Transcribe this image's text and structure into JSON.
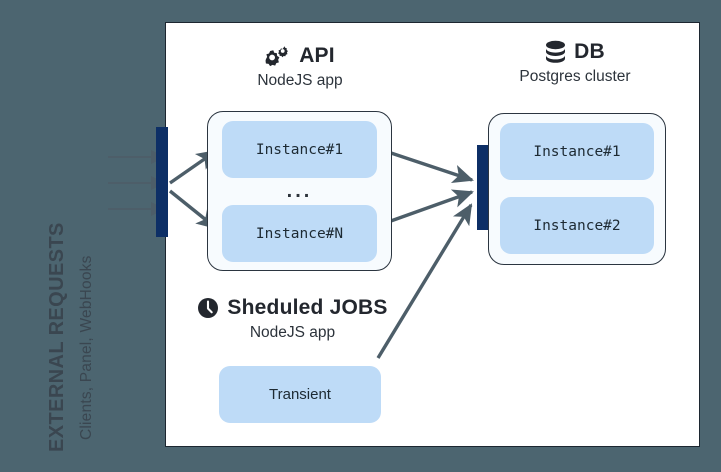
{
  "colors": {
    "background": "#4c6570",
    "panel": "#ffffff",
    "navy_bar": "#0d2f66",
    "chip_blue": "#bedbf7",
    "group_fill": "#f7fbfe",
    "arrow_gray": "#4d5e69",
    "text_dark": "#23272e"
  },
  "external": {
    "title": "EXTERNAL REQUESTS",
    "subtitle": "Clients, Panel, WebHooks",
    "arrow_count": 3
  },
  "api": {
    "icon": "cogs-icon",
    "title": "API",
    "subtitle": "NodeJS app",
    "instances": [
      {
        "label": "Instance#1"
      },
      {
        "label": "Instance#N"
      }
    ],
    "ellipsis": "..."
  },
  "db": {
    "icon": "database-icon",
    "title": "DB",
    "subtitle": "Postgres cluster",
    "instances": [
      {
        "label": "Instance#1"
      },
      {
        "label": "Instance#2"
      }
    ]
  },
  "jobs": {
    "icon": "clock-icon",
    "title": "Sheduled JOBS",
    "subtitle": "NodeJS app",
    "instances": [
      {
        "label": "Transient"
      }
    ]
  }
}
